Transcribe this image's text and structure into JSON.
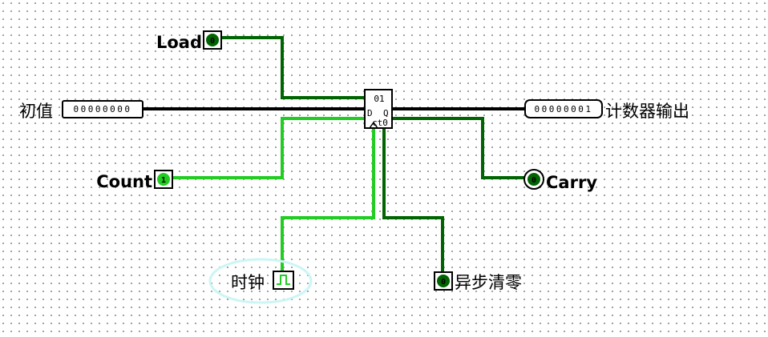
{
  "labels": {
    "load": "Load",
    "initial_value": "初值",
    "count": "Count",
    "clock": "时钟",
    "async_clear": "异步清零",
    "carry": "Carry",
    "counter_output": "计数器输出"
  },
  "values": {
    "load_pin": "0",
    "count_pin": "1",
    "clear_pin": "0",
    "carry_pin": "0",
    "initial_bits": "00000000",
    "output_bits": "00000001"
  },
  "counter": {
    "value_label": "01",
    "d_label": "D",
    "q_label": "Q",
    "ctr_label": "ct0"
  },
  "colors": {
    "wire_low": "#006400",
    "wire_high": "#22cc22",
    "bus": "#000000",
    "selection": "#ccf5f5"
  }
}
